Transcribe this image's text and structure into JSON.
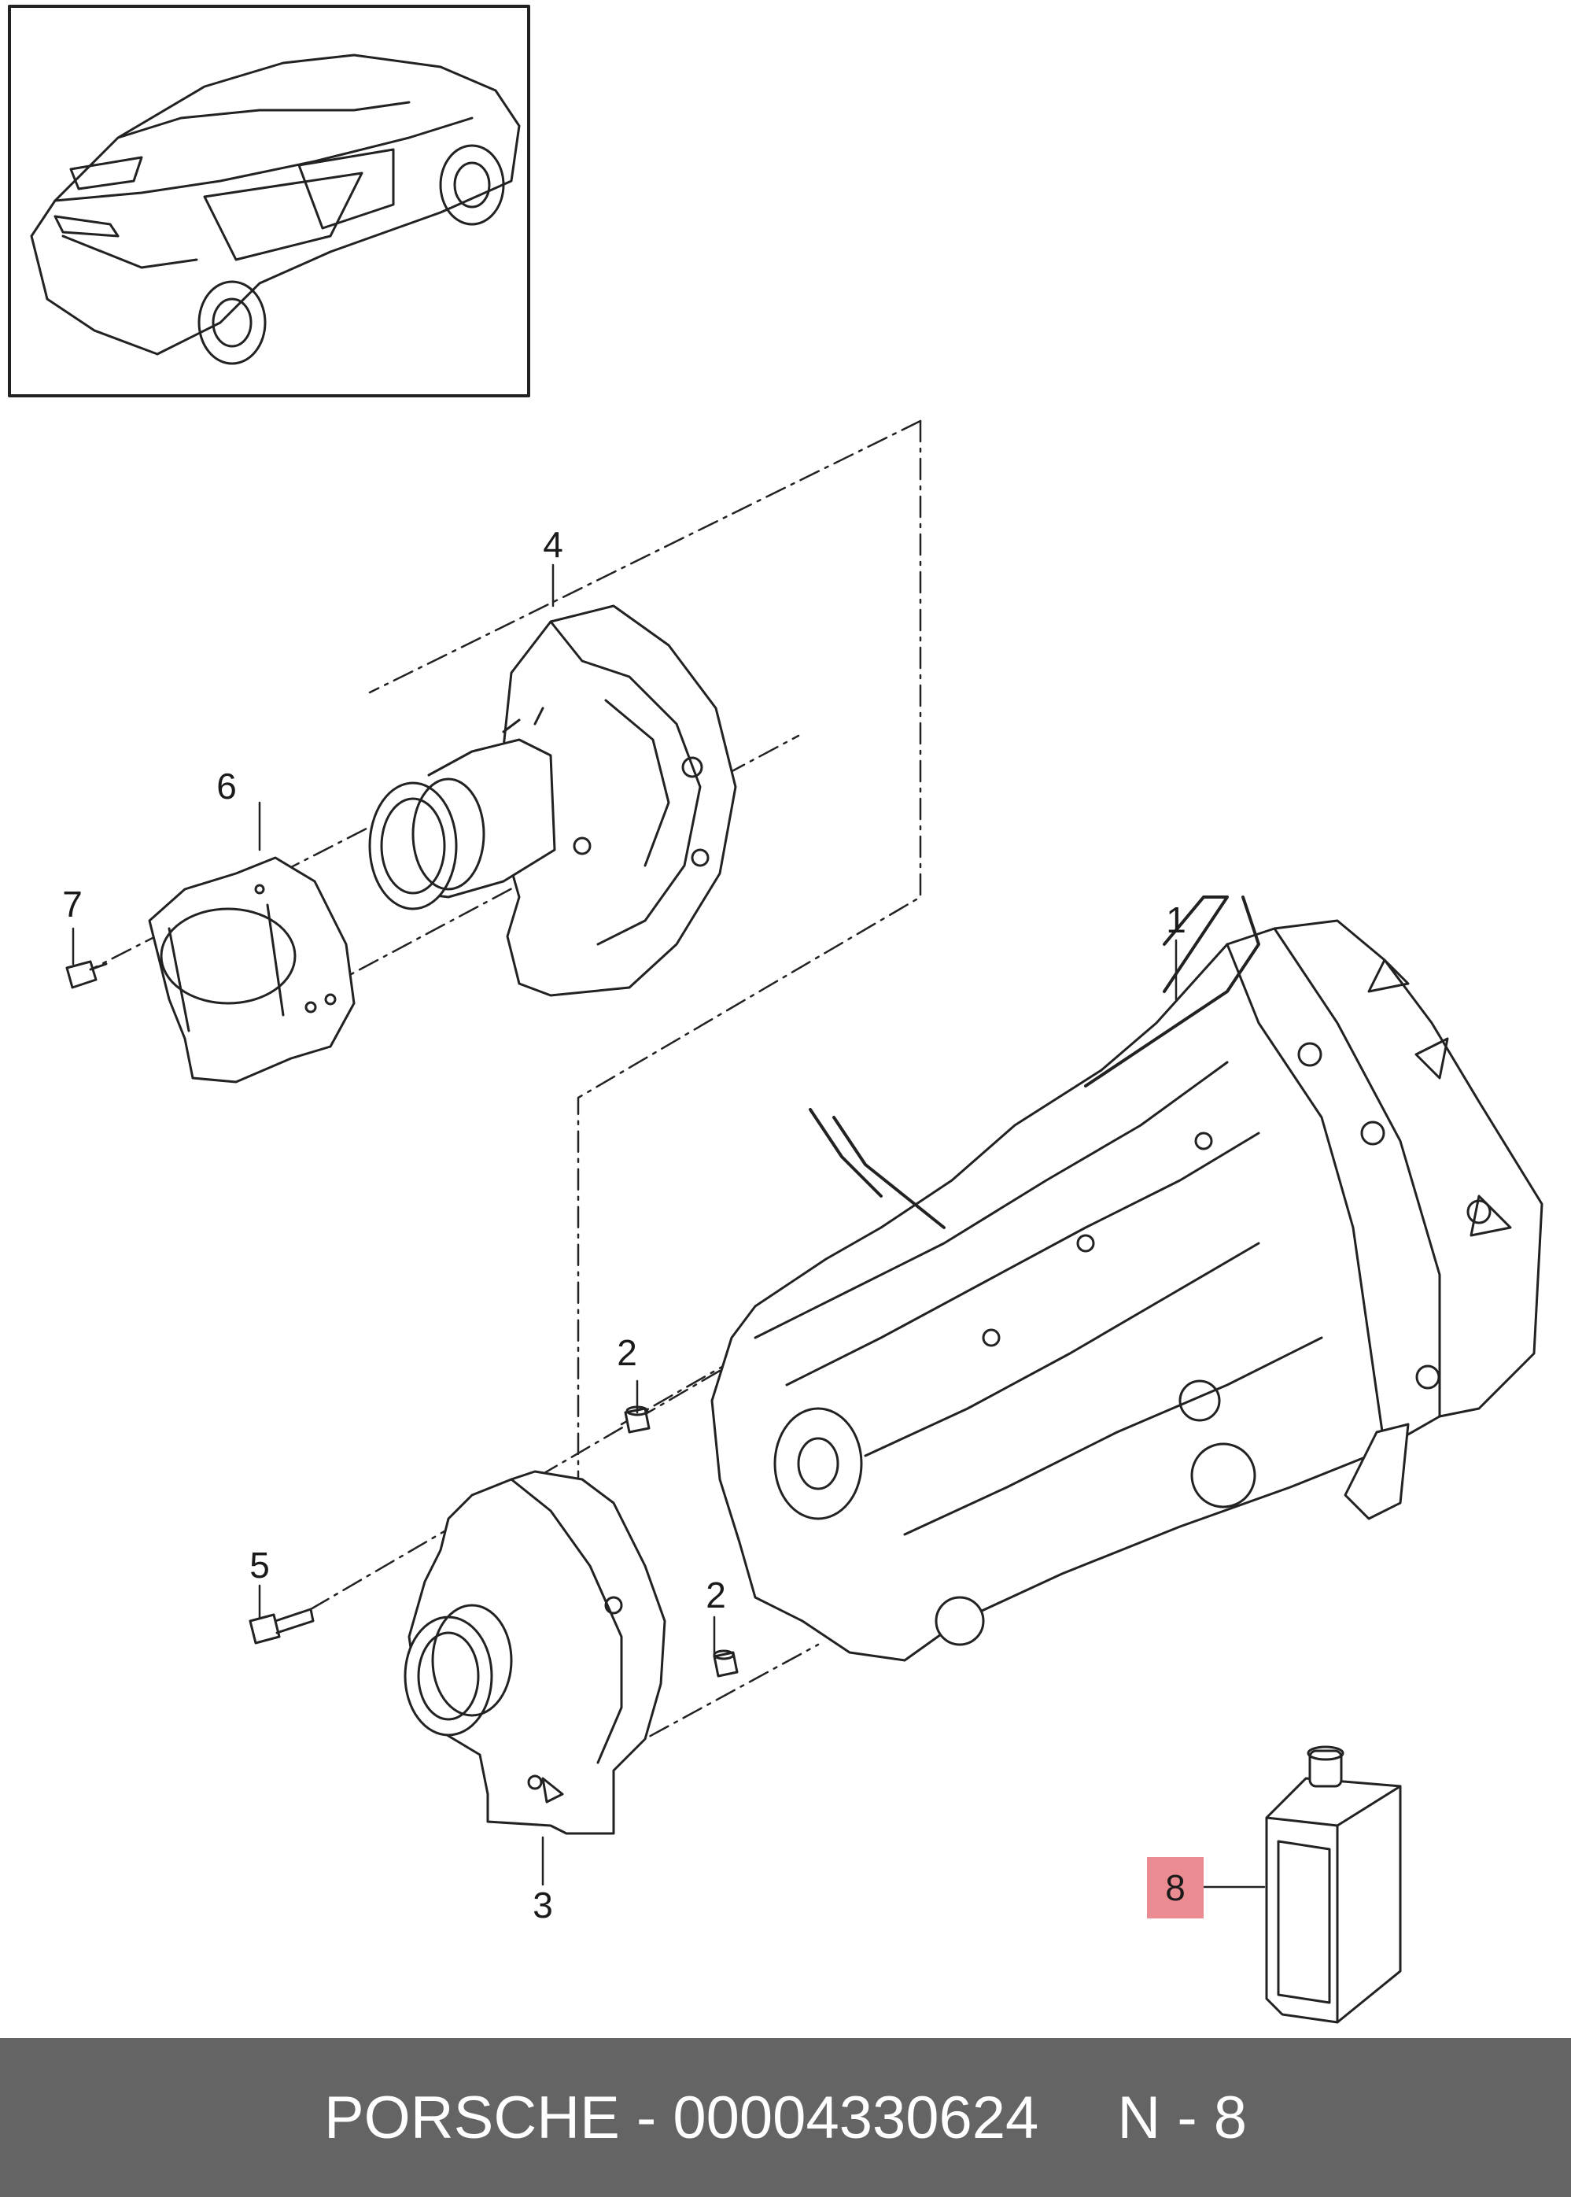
{
  "callouts": {
    "c1": "1",
    "c2a": "2",
    "c2b": "2",
    "c3": "3",
    "c4": "4",
    "c5": "5",
    "c6": "6",
    "c7": "7",
    "c8": "8"
  },
  "highlight_color": "#ea8c92",
  "footer": {
    "brand_part": "PORSCHE - 00004330624",
    "ref": "N - 8"
  }
}
